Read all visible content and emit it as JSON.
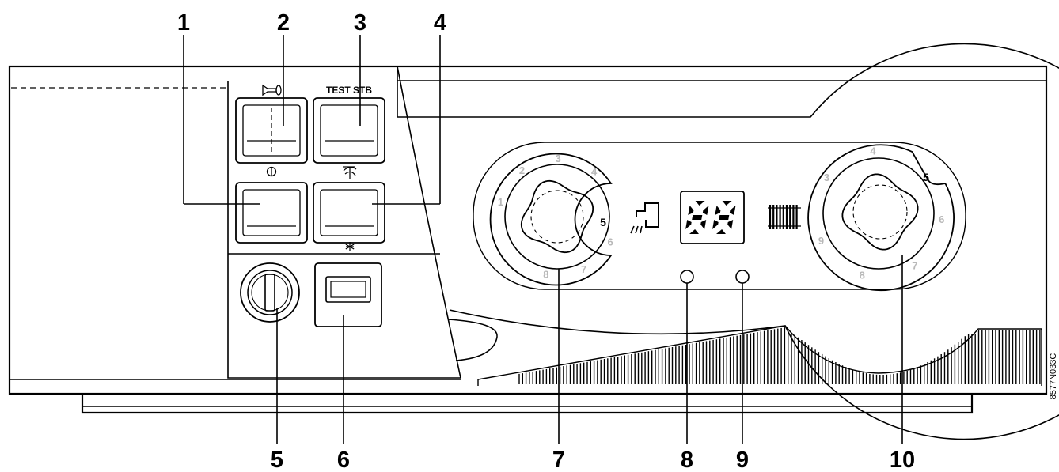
{
  "callouts": [
    "1",
    "2",
    "3",
    "4",
    "5",
    "6",
    "7",
    "8",
    "9",
    "10"
  ],
  "labels": {
    "test_stb": "TEST STB"
  },
  "display": {
    "digits": "88"
  },
  "dial_left": {
    "numbers": [
      "1",
      "2",
      "3",
      "4",
      "5",
      "6",
      "7",
      "8"
    ],
    "selected": "5"
  },
  "dial_right": {
    "numbers": [
      "3",
      "4",
      "5",
      "6",
      "7",
      "8",
      "9"
    ],
    "selected": "5"
  },
  "reference_code": "8577N033C",
  "icons": {
    "horn": "horn-icon",
    "power": "power-icon",
    "chimney_sweep": "chimney-sweep-icon",
    "frost": "snowflake-icon",
    "hot_water": "tap-icon",
    "heating": "radiator-icon"
  }
}
